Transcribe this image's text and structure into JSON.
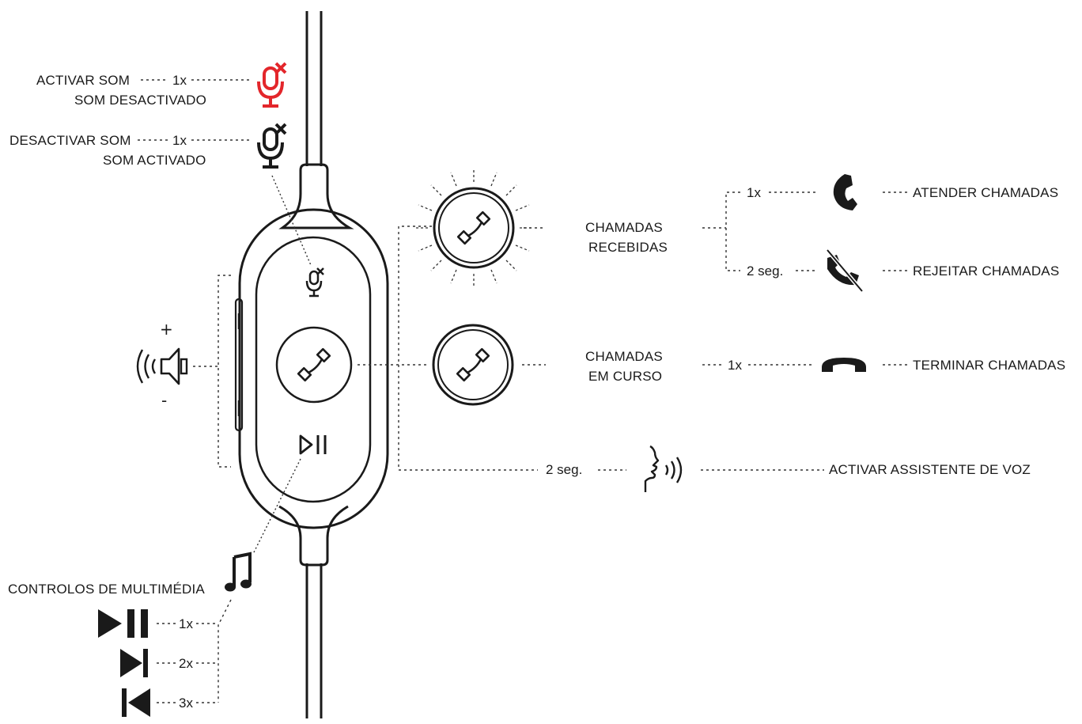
{
  "colors": {
    "ink": "#1a1a1a",
    "mute_red": "#e3262b",
    "background": "#ffffff"
  },
  "mute": {
    "unmute_action": "ACTIVAR SOM",
    "unmute_state": "SOM DESACTIVADO",
    "mute_action": "DESACTIVAR SOM",
    "mute_state": "SOM ACTIVADO",
    "press": "1x",
    "icons": [
      "mic-muted-red-icon",
      "mic-muted-black-icon"
    ]
  },
  "volume": {
    "plus": "+",
    "minus": "-",
    "icon": "speaker-icon"
  },
  "calls": {
    "incoming_line1": "CHAMADAS",
    "incoming_line2": "RECEBIDAS",
    "answer_press": "1x",
    "answer": "ATENDER CHAMADAS",
    "reject_press": "2 seg.",
    "reject": "REJEITAR CHAMADAS",
    "ongoing_line1": "CHAMADAS",
    "ongoing_line2": "EM CURSO",
    "end_press": "1x",
    "end": "TERMINAR CHAMADAS"
  },
  "voice": {
    "press": "2 seg.",
    "label": "ACTIVAR ASSISTENTE DE VOZ",
    "icon": "voice-assistant-icon"
  },
  "media": {
    "title": "CONTROLOS DE MULTIMÉDIA",
    "items": [
      {
        "press": "1x",
        "icon": "play-pause-icon"
      },
      {
        "press": "2x",
        "icon": "next-track-icon"
      },
      {
        "press": "3x",
        "icon": "previous-track-icon"
      }
    ]
  }
}
